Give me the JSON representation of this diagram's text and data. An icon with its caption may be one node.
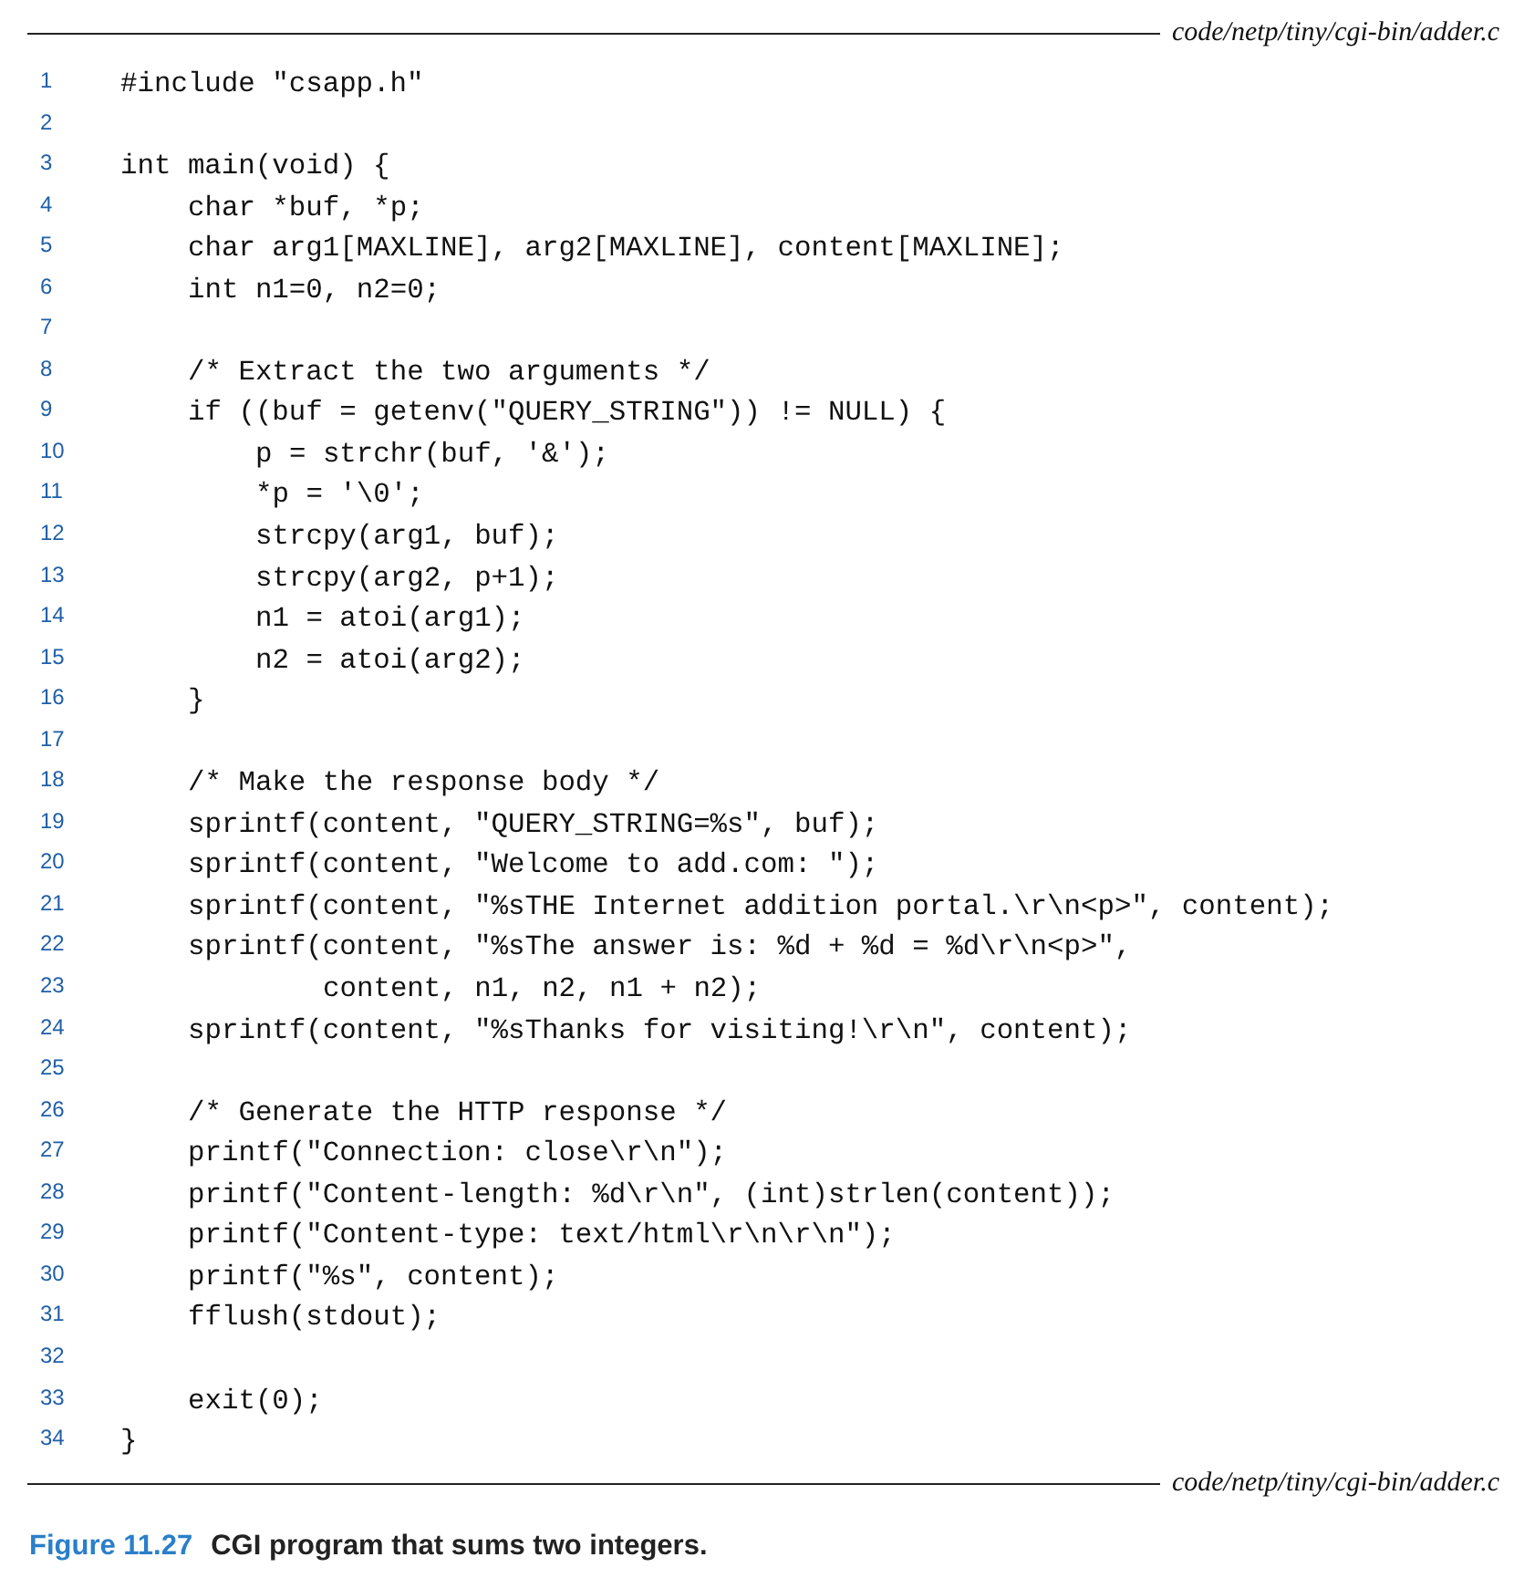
{
  "diagram": {
    "caption": "Figure 11.27 CGI program that sums two integers.",
    "labels": [
      "code/netp/tiny/cgi-bin/adder.c",
      "1",
      "#include \"csapp.h\"",
      "2",
      "3",
      "int main(void) {",
      "4",
      "char *buf, *p;",
      "5",
      "char arg1[MAXLINE], arg2[MAXLINE], content[MAXLINE];",
      "6",
      "int n1=0, n2=0;",
      "7",
      "8",
      "/* Extract the two arguments */",
      "9",
      "if ((buf = getenv(\"QUERY_STRING\")) != NULL) {",
      "10",
      "p = strchr(buf, '&');",
      "11",
      "*p = '\\0';",
      "12",
      "strcpy(arg1, buf);",
      "13",
      "strcpy(arg2, p+1);",
      "14",
      "n1 = atoi(arg1);",
      "15",
      "n2 = atoi(arg2);",
      "16",
      "}",
      "17",
      "18",
      "/* Make the response body */",
      "19",
      "sprintf(content, \"QUERY_STRING=%s\", buf);",
      "20",
      "sprintf(content, \"Welcome to add.com: \");",
      "21",
      "sprintf(content, \"%sTHE Internet addition portal.\\r\\n<p>\", content);",
      "22",
      "sprintf(content, \"%sThe answer is: %d + %d = %d\\r\\n<p>\",",
      "23",
      "content, n1, n2, n1 + n2);",
      "24",
      "sprintf(content, \"%sThanks for visiting!\\r\\n\", content);",
      "25",
      "26",
      "/* Generate the HTTP response */",
      "27",
      "printf(\"Connection: close\\r\\n\");",
      "28",
      "printf(\"Content-length: %d\\r\\n\", (int)strlen(content));",
      "29",
      "printf(\"Content-type: text/html\\r\\n\\r\\n\");",
      "30",
      "printf(\"%s\", content);",
      "31",
      "fflush(stdout);",
      "32",
      "33",
      "exit(0);",
      "34",
      "}",
      "code/netp/tiny/cgi-bin/adder.c"
    ]
  }
}
